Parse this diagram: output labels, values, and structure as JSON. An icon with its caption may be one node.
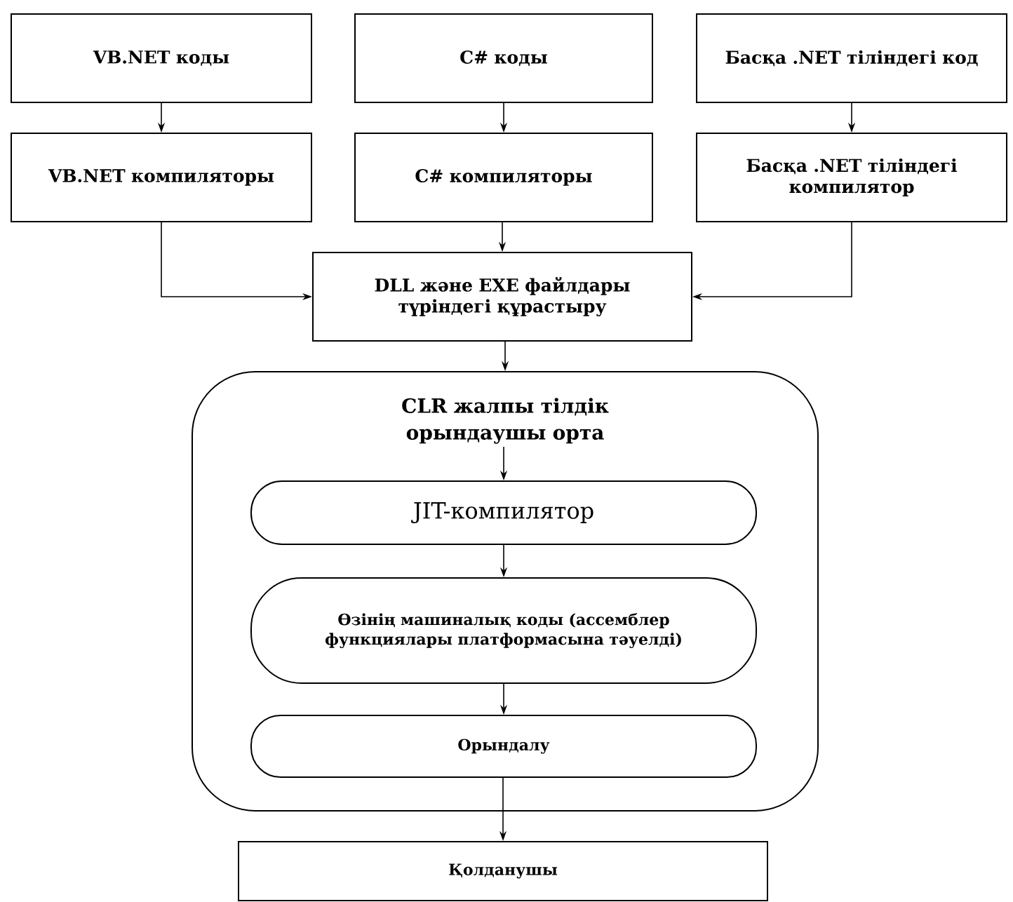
{
  "diagram": {
    "nodes": [
      {
        "text": [
          "VB.NET коды"
        ]
      },
      {
        "text": [
          "C# коды"
        ]
      },
      {
        "text": [
          "Басқа .NET тіліндегі код"
        ]
      },
      {
        "text": [
          "VB.NET компиляторы"
        ]
      },
      {
        "text": [
          "C# компиляторы"
        ]
      },
      {
        "text": [
          "Басқа .NET тіліндегі компилятор"
        ]
      },
      {
        "text": [
          "DLL және EXE файлдары түріндегі құрастыру"
        ]
      },
      {
        "text": [
          "CLR жалпы тілдік орындаушы орта"
        ]
      },
      {
        "text": [
          "JIT-компилятор"
        ],
        "in": 7
      },
      {
        "text": [
          "Өзінің машиналық коды (ассемблер функциялары платформасына тәуелді)"
        ],
        "in": 7
      },
      {
        "text": [
          "Орындалу"
        ],
        "in": 7
      },
      {
        "text": [
          "Қолданушы"
        ]
      }
    ],
    "edges": [
      {
        "from": 0,
        "to": 3,
        "arrow": "to"
      },
      {
        "from": 1,
        "to": 4,
        "arrow": "to"
      },
      {
        "from": 2,
        "to": 5,
        "arrow": "to"
      },
      {
        "from": 3,
        "to": 6,
        "arrow": "to"
      },
      {
        "from": 4,
        "to": 6,
        "arrow": "to"
      },
      {
        "from": 5,
        "to": 6,
        "arrow": "to"
      },
      {
        "from": 6,
        "to": 7,
        "arrow": "to"
      },
      {
        "from": null,
        "to": 8,
        "arrow": "to"
      },
      {
        "from": 8,
        "to": 9,
        "arrow": "to"
      },
      {
        "from": 9,
        "to": 10,
        "arrow": "to"
      },
      {
        "from": 10,
        "to": 11,
        "arrow": "to"
      }
    ]
  }
}
